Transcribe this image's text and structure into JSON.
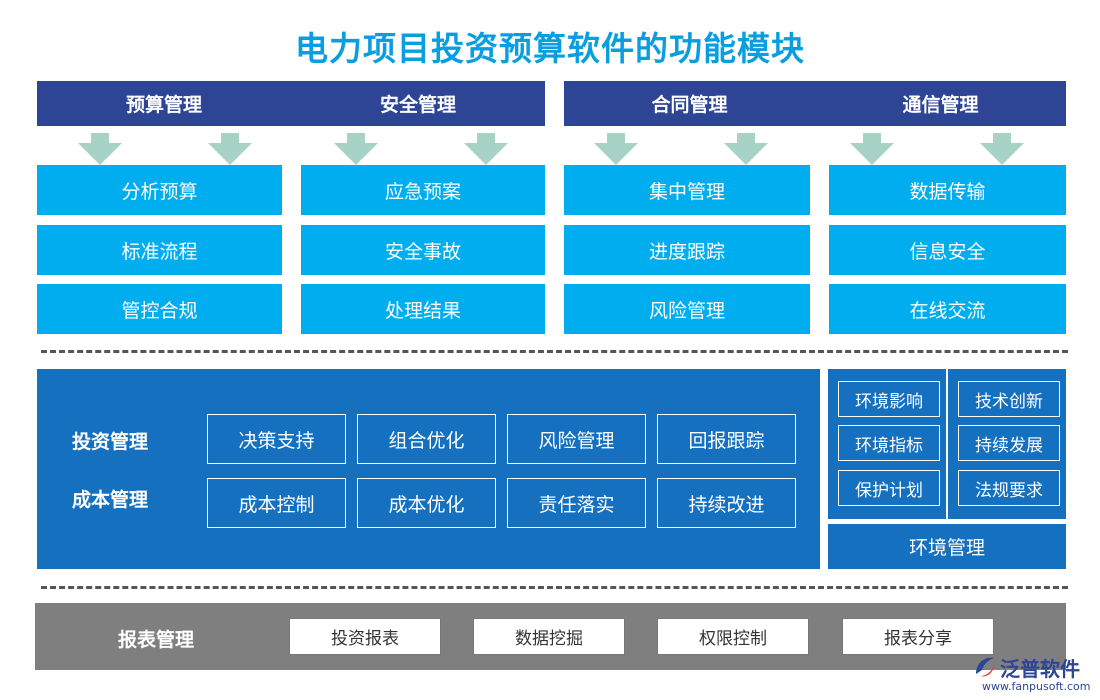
{
  "title": "电力项目投资预算软件的功能模块",
  "colors": {
    "title": "#0a9ee0",
    "header": "#2e4596",
    "cell": "#00aeef",
    "panel": "#1570c0",
    "report": "#7f7f7f",
    "arrow": "#a7d3c6"
  },
  "groups": [
    {
      "headers": [
        "预算管理",
        "安全管理"
      ]
    },
    {
      "headers": [
        "合同管理",
        "通信管理"
      ]
    }
  ],
  "columns": [
    {
      "items": [
        "分析预算",
        "标准流程",
        "管控合规"
      ]
    },
    {
      "items": [
        "应急预案",
        "安全事故",
        "处理结果"
      ]
    },
    {
      "items": [
        "集中管理",
        "进度跟踪",
        "风险管理"
      ]
    },
    {
      "items": [
        "数据传输",
        "信息安全",
        "在线交流"
      ]
    }
  ],
  "middle": {
    "rows": [
      {
        "label": "投资管理",
        "items": [
          "决策支持",
          "组合优化",
          "风险管理",
          "回报跟踪"
        ]
      },
      {
        "label": "成本管理",
        "items": [
          "成本控制",
          "成本优化",
          "责任落实",
          "持续改进"
        ]
      }
    ]
  },
  "env": {
    "left": [
      "环境影响",
      "环境指标",
      "保护计划"
    ],
    "right": [
      "技术创新",
      "持续发展",
      "法规要求"
    ],
    "label": "环境管理"
  },
  "report": {
    "label": "报表管理",
    "items": [
      "投资报表",
      "数据挖掘",
      "权限控制",
      "报表分享"
    ]
  },
  "logo": {
    "name": "泛普软件",
    "url": "www.fanpusoft.com",
    "icon": "fanpu-logo-icon"
  }
}
